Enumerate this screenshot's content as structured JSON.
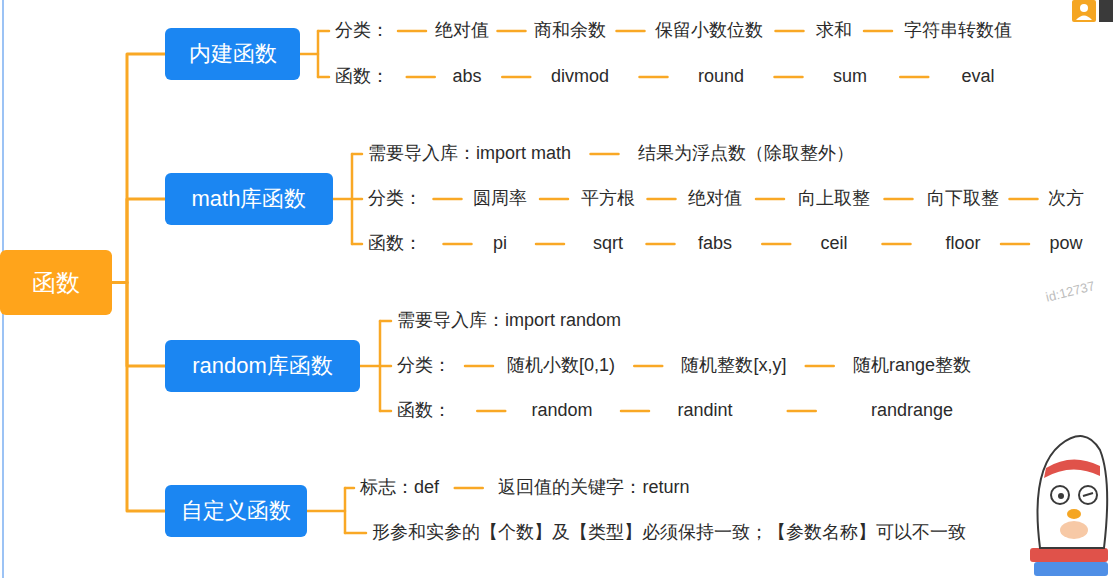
{
  "diagram": {
    "nodes": [
      {
        "text": [
          "函数"
        ]
      },
      {
        "text": [
          "内建函数"
        ]
      },
      {
        "text": [
          "math库函数"
        ]
      },
      {
        "text": [
          "random库函数"
        ]
      },
      {
        "text": [
          "自定义函数"
        ]
      }
    ],
    "edges": [
      {
        "from": 0,
        "to": 1,
        "arrow": "none"
      },
      {
        "from": 0,
        "to": 2,
        "arrow": "none"
      },
      {
        "from": 0,
        "to": 3,
        "arrow": "none"
      },
      {
        "from": 0,
        "to": 4,
        "arrow": "none"
      }
    ],
    "labels": [
      "分类：",
      "绝对值",
      "商和余数",
      "保留小数位数",
      "求和",
      "字符串转数值",
      "函数：",
      "abs",
      "divmod",
      "round",
      "sum",
      "eval",
      "需要导入库：import math",
      "结果为浮点数（除取整外）",
      "分类：",
      "圆周率",
      "平方根",
      "绝对值",
      "向上取整",
      "向下取整",
      "次方",
      "函数：",
      "pi",
      "sqrt",
      "fabs",
      "ceil",
      "floor",
      "pow",
      "需要导入库：import random",
      "分类：",
      "随机小数[0,1)",
      "随机整数[x,y]",
      "随机range整数",
      "函数：",
      "random",
      "randint",
      "randrange",
      "标志：def",
      "返回值的关键字：return",
      "形参和实参的【个数】及【类型】必须保持一致；【参数名称】可以不一致",
      "id:12737"
    ]
  }
}
